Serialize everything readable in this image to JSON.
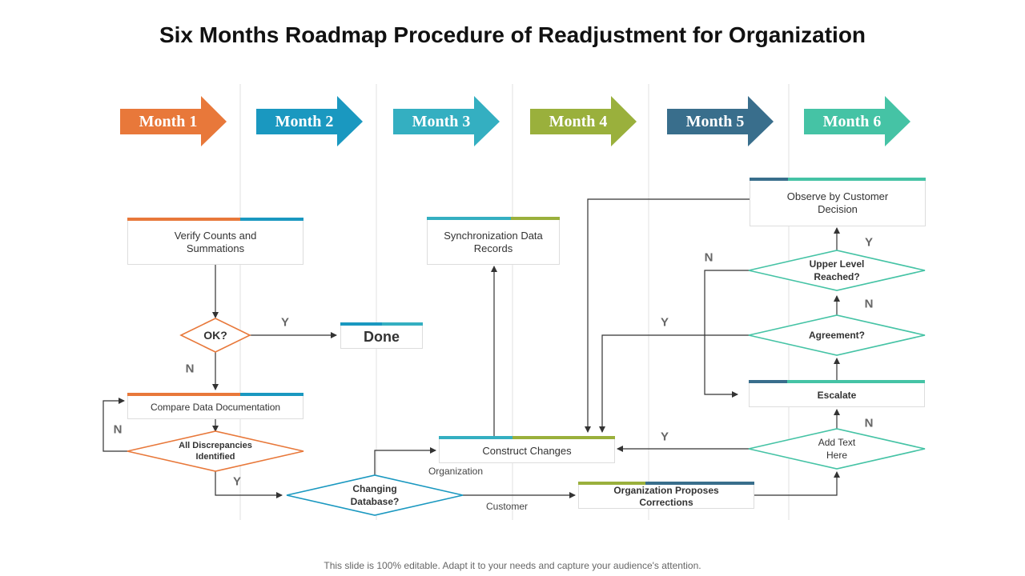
{
  "title": "Six Months Roadmap Procedure of Readjustment for Organization",
  "months": [
    {
      "label": "Month 1",
      "color": "#E8783A"
    },
    {
      "label": "Month 2",
      "color": "#1A98C0"
    },
    {
      "label": "Month 3",
      "color": "#34AFC1"
    },
    {
      "label": "Month 4",
      "color": "#9AB03C"
    },
    {
      "label": "Month 5",
      "color": "#396E8C"
    },
    {
      "label": "Month 6",
      "color": "#45C3A5"
    }
  ],
  "boxes": {
    "verify": "Verify Counts and Summations",
    "done": "Done",
    "compare": "Compare Data Documentation",
    "sync": "Synchronization Data Records",
    "construct": "Construct Changes",
    "proposes": "Organization Proposes Corrections",
    "observe": "Observe by Customer Decision",
    "escalate": "Escalate"
  },
  "decisions": {
    "ok": "OK?",
    "discrepancies": "All Discrepancies Identified",
    "changing": "Changing Database?",
    "upper": "Upper Level Reached?",
    "agreement": "Agreement?",
    "addtext": "Add Text Here"
  },
  "labels": {
    "yes": "Y",
    "no": "N",
    "organization": "Organization",
    "customer": "Customer"
  },
  "footer": "This slide is 100% editable. Adapt it to your needs and capture your audience's attention."
}
